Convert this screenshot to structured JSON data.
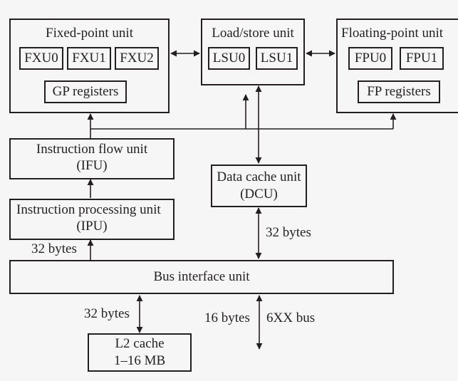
{
  "diagram": {
    "fixed_point_unit": {
      "title": "Fixed-point unit",
      "subunits": [
        "FXU0",
        "FXU1",
        "FXU2"
      ],
      "registers": "GP registers"
    },
    "load_store_unit": {
      "title": "Load/store unit",
      "subunits": [
        "LSU0",
        "LSU1"
      ]
    },
    "floating_point_unit": {
      "title": "Floating-point unit",
      "subunits": [
        "FPU0",
        "FPU1"
      ],
      "registers": "FP registers"
    },
    "instruction_flow_unit": {
      "line1": "Instruction flow unit",
      "line2": "(IFU)"
    },
    "data_cache_unit": {
      "line1": "Data cache unit",
      "line2": "(DCU)"
    },
    "instruction_processing_unit": {
      "line1": "Instruction processing unit",
      "line2": "(IPU)"
    },
    "bus_interface_unit": {
      "title": "Bus interface unit"
    },
    "l2_cache": {
      "line1": "L2 cache",
      "line2": "1–16 MB"
    },
    "labels": {
      "ipu_bus_width": "32 bytes",
      "dcu_bus_width": "32 bytes",
      "l2_bus_width": "32 bytes",
      "external_bus_width": "16 bytes",
      "external_bus_name": "6XX bus"
    },
    "colors": {
      "ink": "#231f20",
      "background": "#f7f6f7"
    }
  }
}
